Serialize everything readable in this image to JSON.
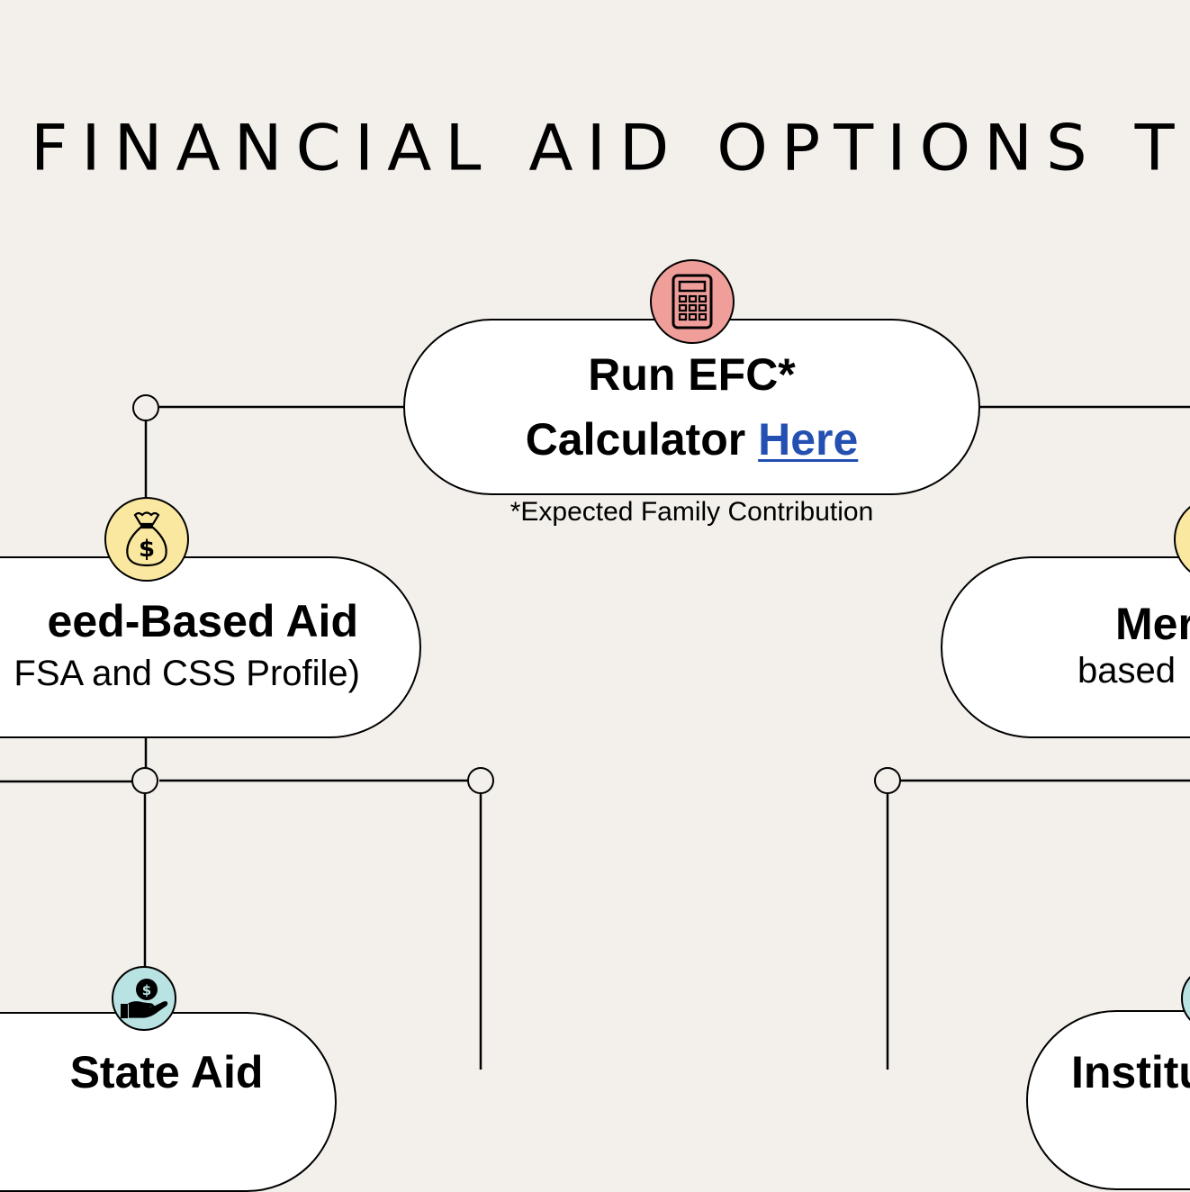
{
  "header": {
    "title": "FINANCIAL AID OPTIONS T"
  },
  "colors": {
    "background": "#f3f0eb",
    "calculator_badge": "#f09e9a",
    "money_bag_badge": "#fbe8a0",
    "hand_coin_badge": "#b9e2e2",
    "link": "#2350b1"
  },
  "efc_box": {
    "line1": "Run EFC*",
    "line2_prefix": "Calculator ",
    "link_label": "Here",
    "footnote": "*Expected Family Contribution",
    "icon": "calculator-icon"
  },
  "need_based": {
    "title": "eed-Based Aid",
    "subtitle": "FSA and CSS Profile)",
    "icon": "money-bag-icon"
  },
  "merit_based": {
    "title": "Mer",
    "subtitle": "based",
    "icon": "money-bag-icon"
  },
  "state_aid": {
    "title": "State Aid",
    "icon": "hand-coin-icon"
  },
  "institutional": {
    "title": "Institut",
    "icon": "hand-coin-icon"
  }
}
